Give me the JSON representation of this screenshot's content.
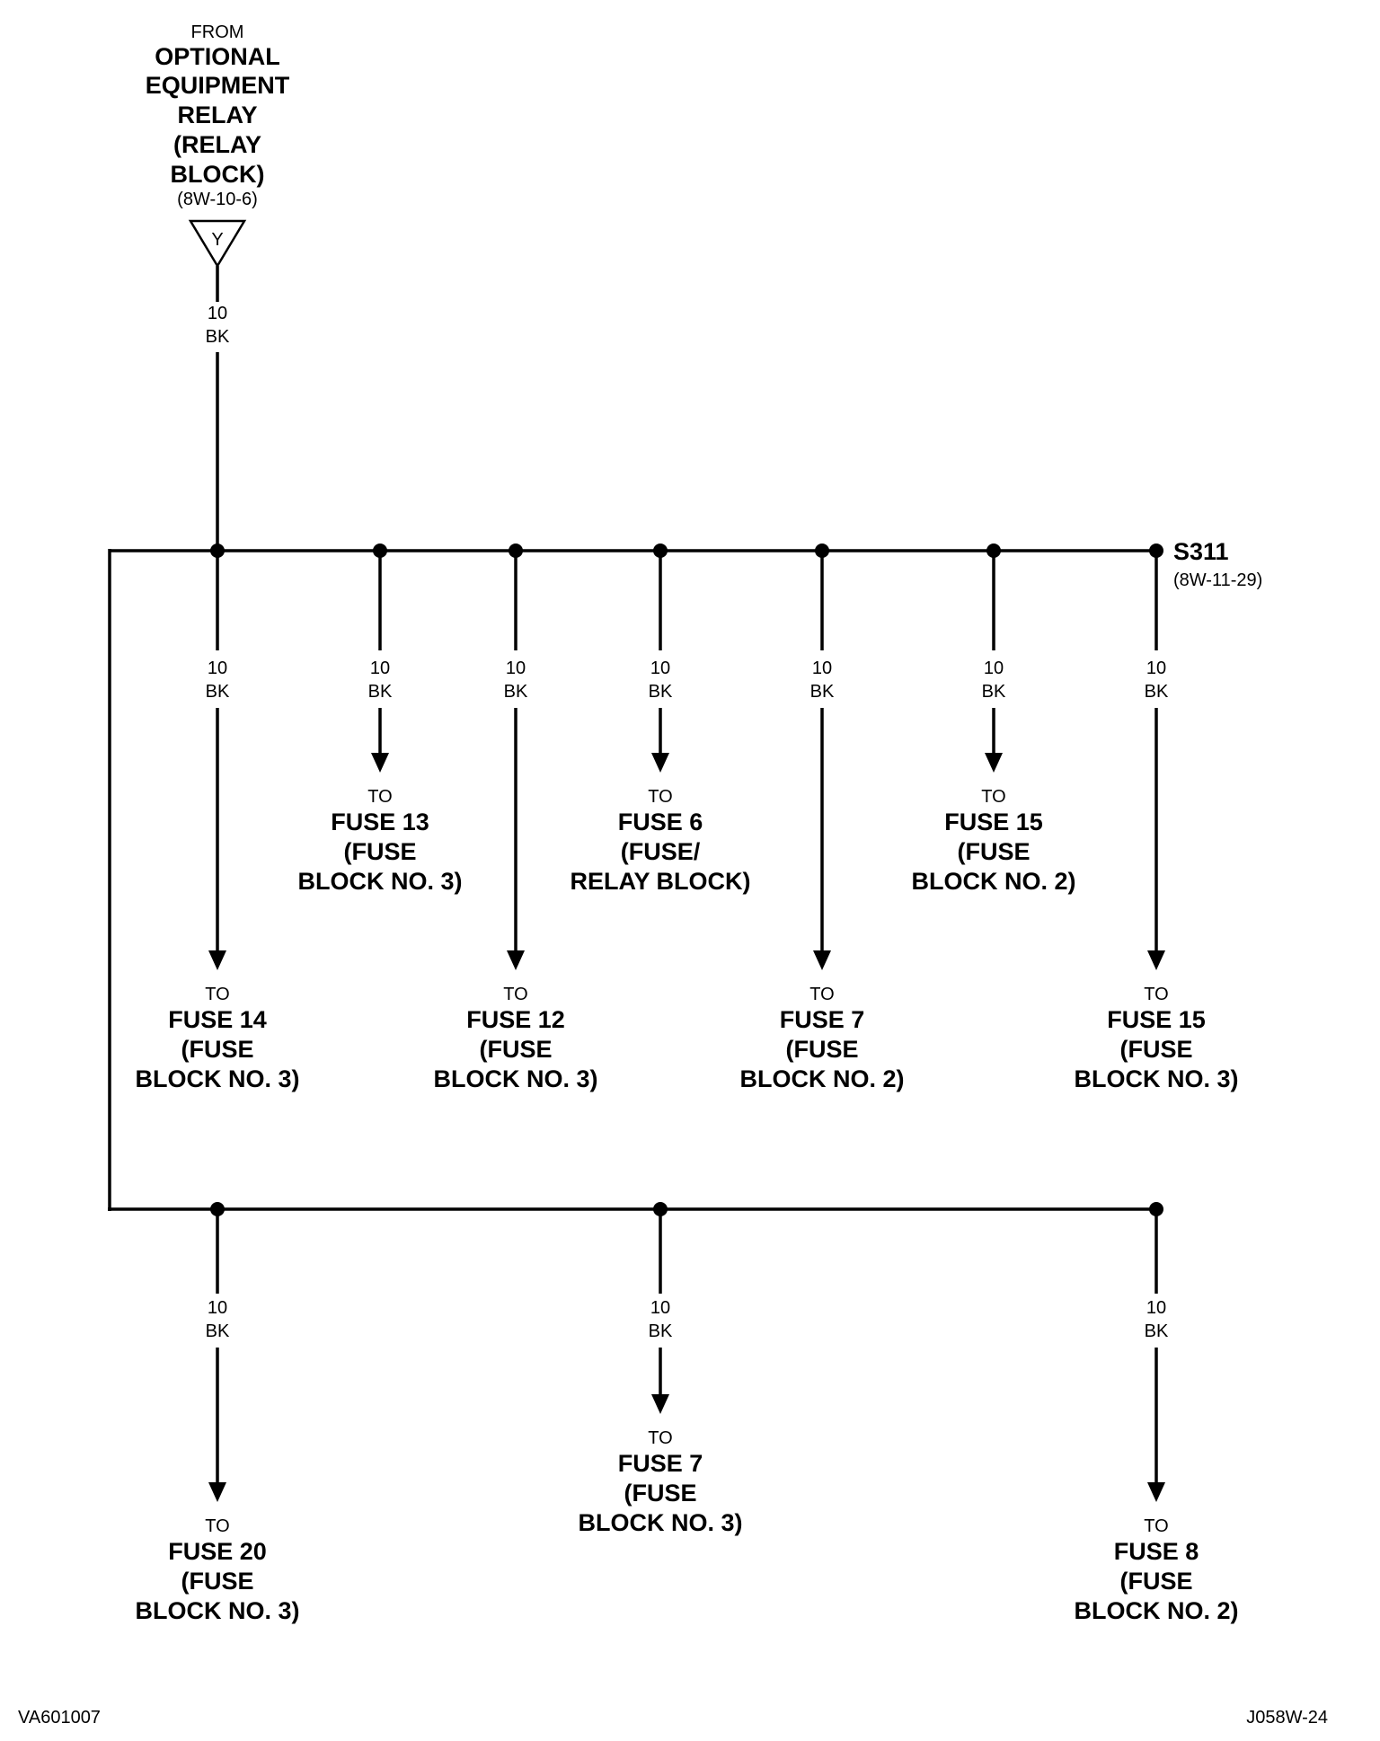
{
  "source": {
    "from_label": "FROM",
    "title_lines": [
      "OPTIONAL",
      "EQUIPMENT",
      "RELAY",
      "(RELAY",
      "BLOCK)"
    ],
    "ref": "(8W-10-6)",
    "connector_letter": "Y",
    "wire_gauge": "10",
    "wire_color": "BK"
  },
  "splice": {
    "name": "S311",
    "ref": "(8W-11-29)"
  },
  "to_label": "TO",
  "branches": [
    {
      "gauge": "10",
      "color": "BK",
      "lines": [
        "FUSE 14",
        "(FUSE",
        "BLOCK NO. 3)"
      ]
    },
    {
      "gauge": "10",
      "color": "BK",
      "lines": [
        "FUSE 13",
        "(FUSE",
        "BLOCK NO. 3)"
      ]
    },
    {
      "gauge": "10",
      "color": "BK",
      "lines": [
        "FUSE 12",
        "(FUSE",
        "BLOCK NO. 3)"
      ]
    },
    {
      "gauge": "10",
      "color": "BK",
      "lines": [
        "FUSE 6",
        "(FUSE/",
        "RELAY BLOCK)"
      ]
    },
    {
      "gauge": "10",
      "color": "BK",
      "lines": [
        "FUSE 7",
        "(FUSE",
        "BLOCK NO. 2)"
      ]
    },
    {
      "gauge": "10",
      "color": "BK",
      "lines": [
        "FUSE 15",
        "(FUSE",
        "BLOCK NO. 2)"
      ]
    },
    {
      "gauge": "10",
      "color": "BK",
      "lines": [
        "FUSE 15",
        "(FUSE",
        "BLOCK NO. 3)"
      ]
    },
    {
      "gauge": "10",
      "color": "BK",
      "lines": [
        "FUSE 20",
        "(FUSE",
        "BLOCK NO. 3)"
      ]
    },
    {
      "gauge": "10",
      "color": "BK",
      "lines": [
        "FUSE 7",
        "(FUSE",
        "BLOCK NO. 3)"
      ]
    },
    {
      "gauge": "10",
      "color": "BK",
      "lines": [
        "FUSE 8",
        "(FUSE",
        "BLOCK NO. 2)"
      ]
    }
  ],
  "footer": {
    "left_code": "VA601007",
    "right_code": "J058W-24"
  }
}
